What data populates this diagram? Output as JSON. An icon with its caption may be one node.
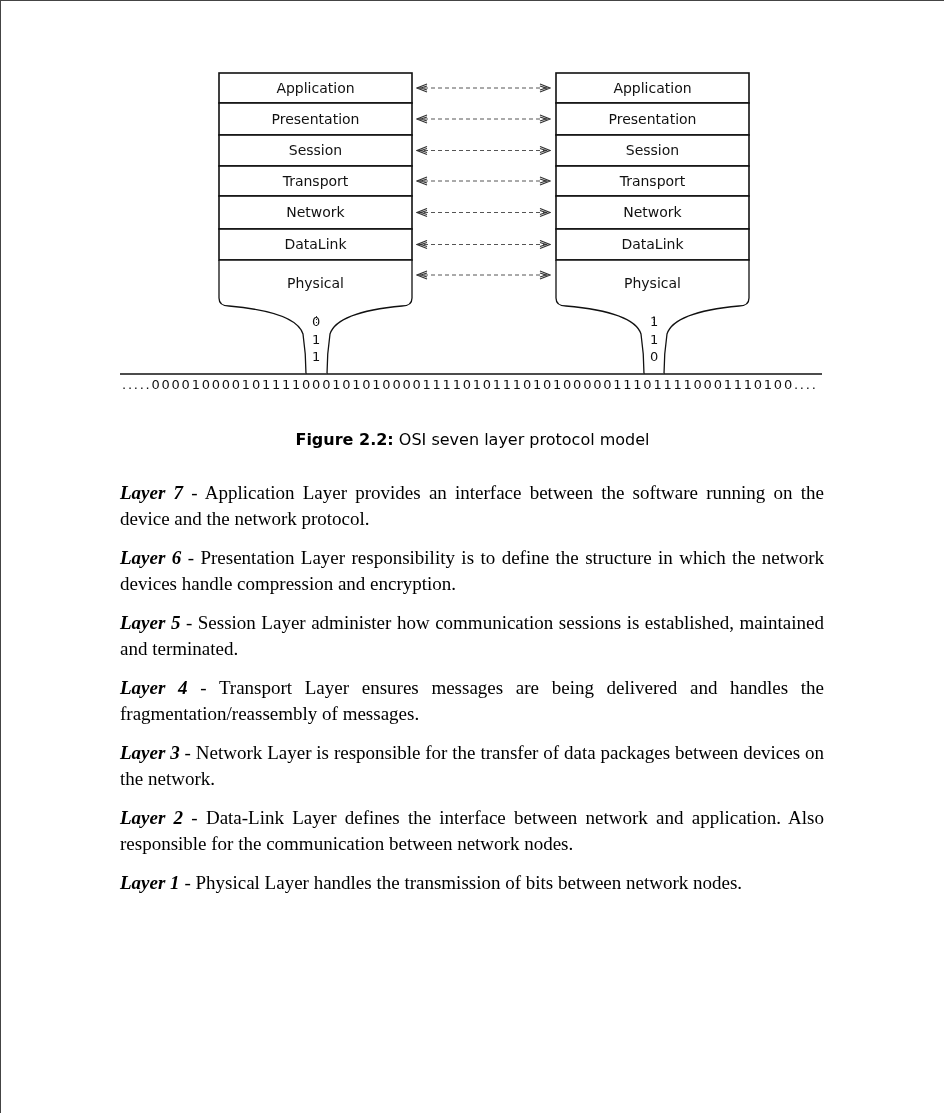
{
  "diagram": {
    "caption": "**Figure 2.2:** OSI seven layer protocol model",
    "nodes": [
      {
        "text": [
          "Application"
        ]
      },
      {
        "text": [
          "Presentation"
        ]
      },
      {
        "text": [
          "Session"
        ]
      },
      {
        "text": [
          "Transport"
        ]
      },
      {
        "text": [
          "Network"
        ]
      },
      {
        "text": [
          "DataLink"
        ]
      },
      {
        "text": [
          "Physical"
        ]
      },
      {
        "text": [
          "Application"
        ]
      },
      {
        "text": [
          "Presentation"
        ]
      },
      {
        "text": [
          "Session"
        ]
      },
      {
        "text": [
          "Transport"
        ]
      },
      {
        "text": [
          "Network"
        ]
      },
      {
        "text": [
          "DataLink"
        ]
      },
      {
        "text": [
          "Physical"
        ]
      }
    ],
    "edges": [
      {
        "from": 0,
        "to": 7,
        "arrow": "both",
        "style": "dashed"
      },
      {
        "from": 1,
        "to": 8,
        "arrow": "both",
        "style": "dashed"
      },
      {
        "from": 2,
        "to": 9,
        "arrow": "both",
        "style": "dashed"
      },
      {
        "from": 3,
        "to": 10,
        "arrow": "both",
        "style": "dashed"
      },
      {
        "from": 4,
        "to": 11,
        "arrow": "both",
        "style": "dashed"
      },
      {
        "from": 5,
        "to": 12,
        "arrow": "both",
        "style": "dashed"
      },
      {
        "from": 6,
        "to": 13,
        "arrow": "both",
        "style": "dashed"
      }
    ],
    "labels": [
      "0",
      "1",
      "1",
      "1",
      "1",
      "0",
      ".....0000100001011110001010100001111010111010100000111011110001110100....",
      "**Layer 7** - Application Layer provides an interface between the software running on the device and the network protocol.",
      "**Layer 6** - Presentation Layer responsibility is to define the structure in which the network devices handle compression and encryption.",
      "**Layer 5** - Session Layer administer how communication sessions is established, maintained and terminated.",
      "**Layer 4** - Transport Layer ensures messages are being delivered and handles the fragmentation/reassembly of messages.",
      "**Layer 3** - Network Layer is responsible for the transfer of data packages between devices on the network.",
      "**Layer 2** - Data-Link Layer defines the interface between network and application. Also responsible for the communication between network nodes.",
      "**Layer 1** - Physical Layer handles the transmission of bits between network nodes."
    ]
  }
}
